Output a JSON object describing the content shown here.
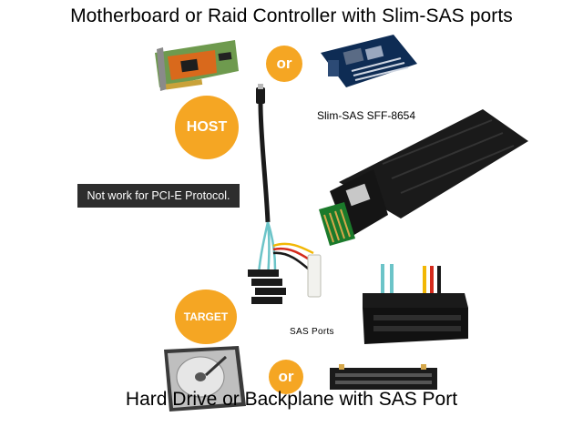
{
  "header": {
    "title": "Motherboard or Raid Controller with Slim-SAS ports"
  },
  "footer": {
    "title": "Hard Drive or Backplane with SAS  Port"
  },
  "badges": {
    "or_top": "or",
    "host": "HOST",
    "target": "TARGET",
    "or_bottom": "or"
  },
  "labels": {
    "slimsas": "Slim-SAS SFF-8654",
    "sas_ports": "SAS  Ports"
  },
  "note": {
    "text": "Not work for PCI-E Protocol."
  },
  "colors": {
    "badge_orange": "#f5a623",
    "raid_card_green": "#6e9a4e",
    "raid_card_orange": "#d9691c",
    "board_blue": "#0e2c54",
    "cable_black": "#1a1a1a",
    "cable_blue": "#6cc4c8",
    "wire_yellow": "#f2b705",
    "wire_red": "#d42a1c",
    "pcb_green": "#1b7a2b",
    "connector_gold": "#d6a84b"
  },
  "icons": [
    "raid-controller-card-icon",
    "motherboard-icon",
    "slim-sas-connector-icon",
    "breakout-cable-icon",
    "sas-connector-icon",
    "hard-drive-icon",
    "backplane-icon"
  ]
}
